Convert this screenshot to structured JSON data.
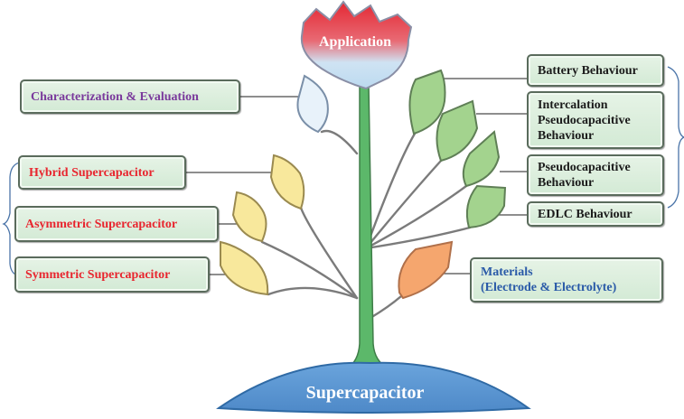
{
  "flower": {
    "label": "Application",
    "color_top": "#e8303a",
    "color_bottom": "#cfe6f5"
  },
  "ground": {
    "label": "Supercapacitor",
    "color": "#5b96d3"
  },
  "stem_color": "#5cb86a",
  "left_boxes": {
    "characterization": "Characterization & Evaluation",
    "hybrid": "Hybrid Supercapacitor",
    "asymmetric": "Asymmetric Supercapacitor",
    "symmetric": "Symmetric Supercapacitor"
  },
  "right_boxes": {
    "battery": "Battery Behaviour",
    "intercalation": "Intercalation\nPseudocapacitive\nBehaviour",
    "pseudocapacitive": "Pseudocapacitive\nBehaviour",
    "edlc": "EDLC Behaviour",
    "materials": "Materials\n(Electrode & Electrolyte)"
  },
  "colors": {
    "box_fill": "#d9eedb",
    "leaf_green": "#9fd18a",
    "leaf_yellow": "#f7e79a",
    "leaf_orange": "#f5a66e",
    "leaf_pale": "#e6f1fa",
    "left_text_purple": "#7a3a9c",
    "left_text_red": "#e8262f",
    "right_text_black": "#1b1b1b",
    "materials_text_blue": "#2a5aa8"
  }
}
